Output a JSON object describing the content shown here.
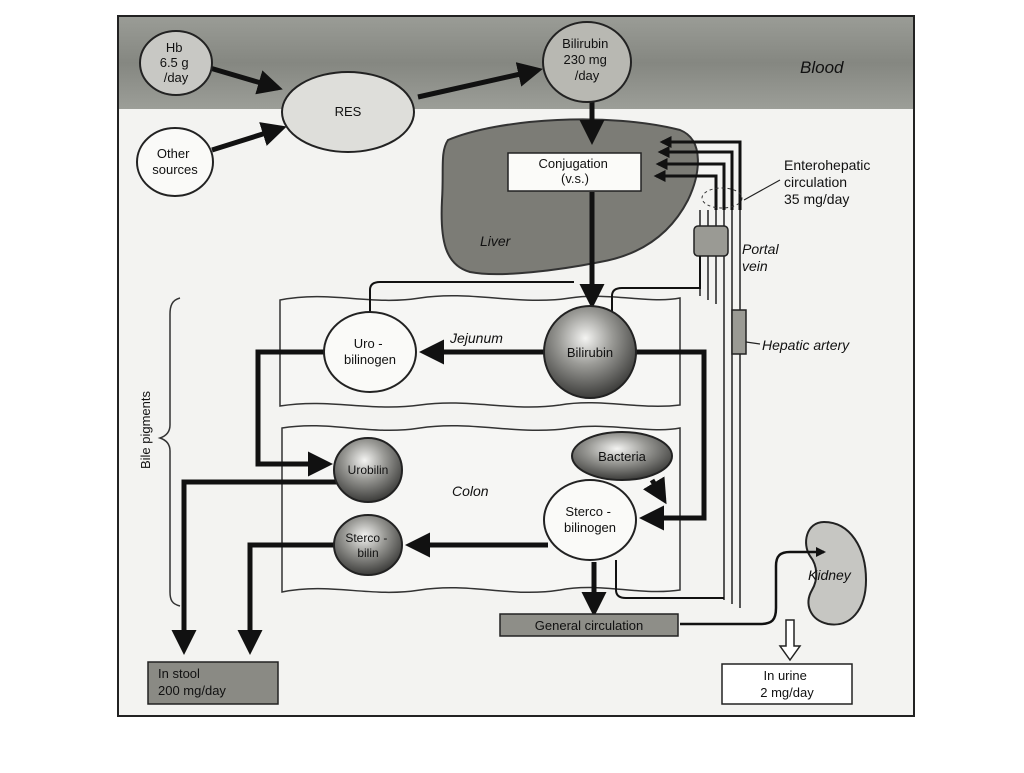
{
  "bands": {
    "blood": "Blood"
  },
  "nodes": {
    "hb": [
      "Hb",
      "6.5 g",
      "/day"
    ],
    "res": [
      "RES"
    ],
    "other": [
      "Other",
      "sources"
    ],
    "bilirubin_blood": [
      "Bilirubin",
      "230 mg",
      "/day"
    ],
    "conjugation": [
      "Conjugation",
      "(v.s.)"
    ],
    "liver": "Liver",
    "enterohepatic": [
      "Enterohepatic",
      "circulation",
      "35 mg/day"
    ],
    "portal": [
      "Portal",
      "vein"
    ],
    "hepatic_artery": "Hepatic artery",
    "jejunum": "Jejunum",
    "urobilinogen": [
      "Uro -",
      "bilinogen"
    ],
    "bilirubin_gut": [
      "Bilirubin"
    ],
    "bile_pigments": "Bile pigments",
    "urobilin": [
      "Urobilin"
    ],
    "colon": "Colon",
    "bacteria": [
      "Bacteria"
    ],
    "stercobilinogen": [
      "Sterco -",
      "bilinogen"
    ],
    "stercobilin": [
      "Sterco -",
      "bilin"
    ],
    "kidney": "Kidney",
    "general": "General circulation",
    "stool": [
      "In stool",
      "200 mg/day"
    ],
    "urine": [
      "In urine",
      "2 mg/day"
    ]
  },
  "colors": {
    "ink": "#111111",
    "band": "#8a8c86",
    "liver": "#7a7a74",
    "paper": "#f2f2f0",
    "frame": "#1a1a1a"
  }
}
